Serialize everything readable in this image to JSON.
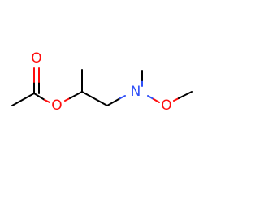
{
  "molecule": {
    "atoms": {
      "carbonyl_oxygen": "O",
      "ester_oxygen": "O",
      "nitrogen": "N",
      "methoxy_oxygen": "O"
    },
    "colors": {
      "oxygen": "#ff0d0d",
      "nitrogen": "#3050f8",
      "carbon_bond": "#000000",
      "background": "#ffffff"
    }
  }
}
